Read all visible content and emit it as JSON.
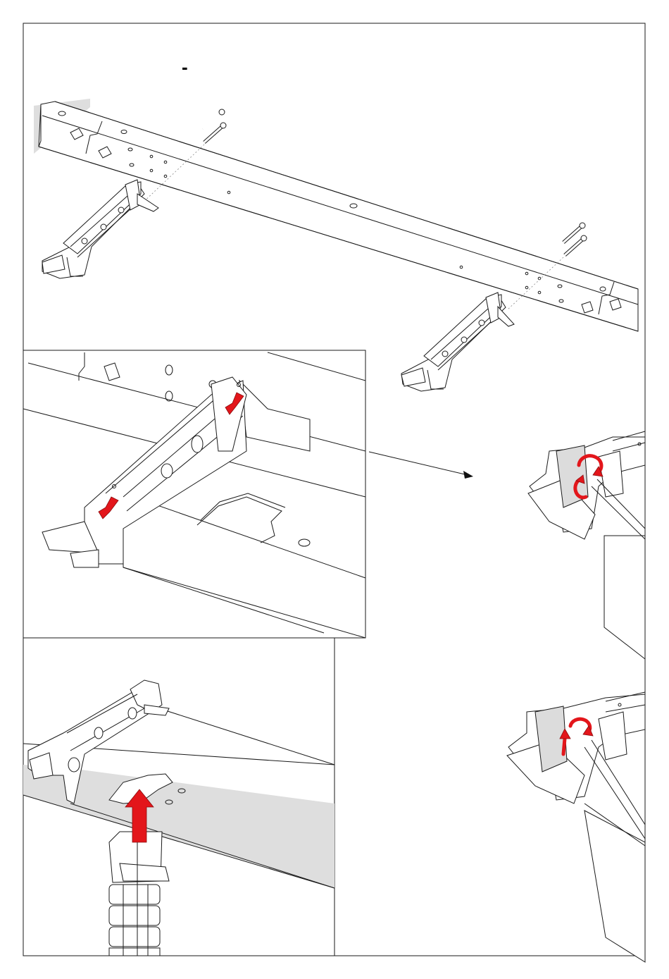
{
  "diagram": {
    "step_mark": "-",
    "views": [
      {
        "id": "overview",
        "content": "rail-with-two-brackets-and-screws"
      },
      {
        "id": "detail-snap",
        "content": "bracket-snap-into-rail"
      },
      {
        "id": "detail-clip-top",
        "content": "clip-rotation"
      },
      {
        "id": "detail-clip-bottom",
        "content": "clip-rotation"
      },
      {
        "id": "detail-chain",
        "content": "cable-chain-insert"
      }
    ],
    "colors": {
      "arrow": "#e3161b",
      "line": "#1a1a1a",
      "shade": "#dcdcdc",
      "background": "#ffffff"
    }
  }
}
